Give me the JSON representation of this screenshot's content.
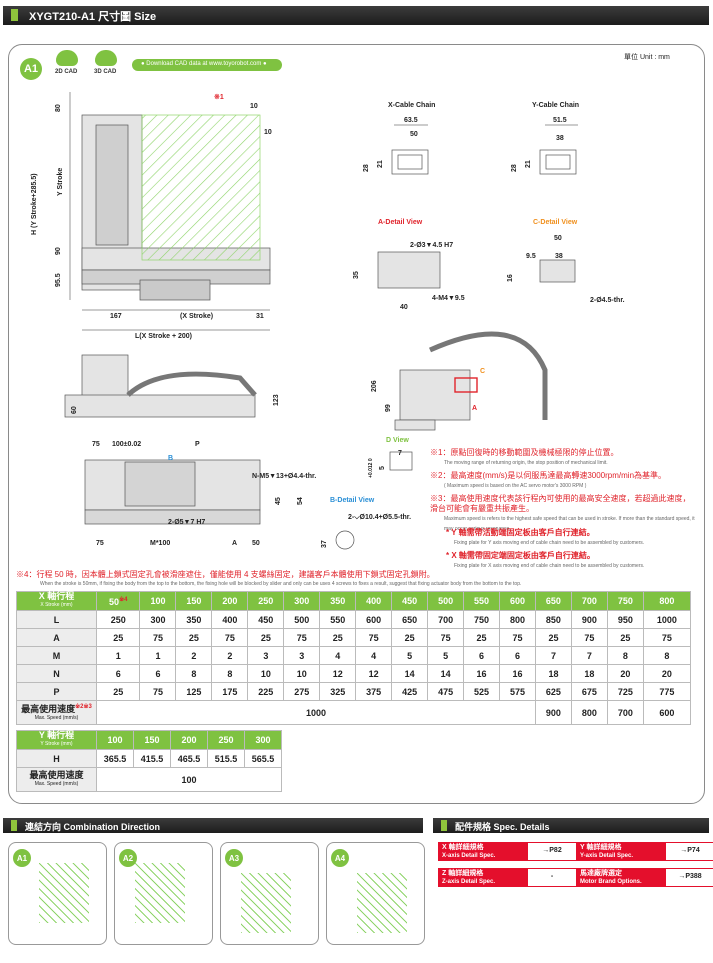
{
  "header": {
    "title": "XYGT210-A1 尺寸圖 Size"
  },
  "panel": {
    "badge": "A1",
    "cad2d": "2D CAD",
    "cad3d": "3D CAD",
    "download": "● Download CAD data at www.toyorobot.com ●",
    "unit": "單位 Unit : mm"
  },
  "drawing": {
    "note1_mark": "※1",
    "dim_80": "80",
    "dim_y_stroke": "Y Stroke",
    "dim_h": "H (Y Stroke+285.5)",
    "dim_90": "90",
    "dim_95_5": "95.5",
    "dim_10a": "10",
    "dim_10b": "10",
    "dim_167": "167",
    "dim_x_stroke": "(X Stroke)",
    "dim_31": "31",
    "dim_l": "L(X Stroke + 200)",
    "x_cable": "X-Cable Chain",
    "x_63_5": "63.5",
    "x_50": "50",
    "x_28": "28",
    "x_21": "21",
    "y_cable": "Y-Cable Chain",
    "y_51_5": "51.5",
    "y_38": "38",
    "y_28": "28",
    "y_21": "21",
    "a_detail": "A-Detail View",
    "a_hole1": "2-Ø3▼4.5 H7",
    "a_hole2": "4-M4▼9.5",
    "a_35": "35",
    "a_40": "40",
    "c_detail": "C-Detail View",
    "c_50": "50",
    "c_9_5": "9.5",
    "c_38": "38",
    "c_16": "16",
    "c_hole": "2-Ø4.5-thr.",
    "side_60": "60",
    "side_123": "123",
    "side_206": "206",
    "side_99": "99",
    "mark_a": "A",
    "mark_c": "C",
    "bot_75a": "75",
    "bot_100": "100±0.02",
    "bot_p": "P",
    "bot_b": "B",
    "bot_n": "N-M5▼13+Ø4.4-thr.",
    "bot_45": "45",
    "bot_54": "54",
    "bot_2hole": "2-Ø5▼7 H7",
    "bot_75b": "75",
    "bot_m": "M*100",
    "bot_a": "A",
    "bot_50": "50",
    "d_view": "D View",
    "d_7": "7",
    "d_5": "5",
    "d_0012": "+0.012 0",
    "b_detail": "B-Detail View",
    "b_hole": "2-⌵Ø10.4+Ø5.5-thr.",
    "b_37": "37"
  },
  "notes": [
    {
      "mark": "※1：",
      "text": "原點回復時的移動範圍及機械極限的停止位置。",
      "en": "The moving range of returning origin, the stop position of mechanical limit."
    },
    {
      "mark": "※2：",
      "text": "最高速度(mm/s)是以伺服馬達最高轉速3000rpm/min為基準。",
      "en": "( Maximum speed is based on the AC servo motor's 3000 RPM )"
    },
    {
      "mark": "※3：",
      "text": "最高使用速度代表該行程內可使用的最高安全速度，若超過此速度，滑台可能會有嚴重共振產生。",
      "en": "Maximum speed is refers to the highest safe speed that can be used in stroke. If more than the standard speed, it may occur serious resonance."
    }
  ],
  "plates": [
    {
      "text": "* Y 軸需帶活動端固定板由客戶自行連結。",
      "en": "Fixing plate for Y axis moving end of cable chain need to be assembled by customers."
    },
    {
      "text": "* X 軸需帶固定端固定板由客戶自行連結。",
      "en": "Fixing plate for X axis moving end of cable chain need to be assembled by customers."
    }
  ],
  "note4": {
    "text": "※4：行程 50 時，因本體上鎖式固定孔會被滑座遮住，僅能使用 4 支螺絲固定，建議客戶本體使用下鎖式固定孔鎖附。",
    "en": "When the stroke is 50mm, if fixing the body from the top to the bottom, the fixing hole will be blocked by slider and only can be uses 4 screws to fixes a result, suggest that fixing actuator body from the bottom to the top."
  },
  "x_table": {
    "head": {
      "label": "X 軸行程",
      "sub": "X Stroke (mm)",
      "first": "50",
      "first_mark": "※4",
      "rest": [
        "100",
        "150",
        "200",
        "250",
        "300",
        "350",
        "400",
        "450",
        "500",
        "550",
        "600",
        "650",
        "700",
        "750",
        "800"
      ]
    },
    "rows": [
      {
        "label": "L",
        "values": [
          "250",
          "300",
          "350",
          "400",
          "450",
          "500",
          "550",
          "600",
          "650",
          "700",
          "750",
          "800",
          "850",
          "900",
          "950",
          "1000"
        ]
      },
      {
        "label": "A",
        "values": [
          "25",
          "75",
          "25",
          "75",
          "25",
          "75",
          "25",
          "75",
          "25",
          "75",
          "25",
          "75",
          "25",
          "75",
          "25",
          "75"
        ]
      },
      {
        "label": "M",
        "values": [
          "1",
          "1",
          "2",
          "2",
          "3",
          "3",
          "4",
          "4",
          "5",
          "5",
          "6",
          "6",
          "7",
          "7",
          "8",
          "8"
        ]
      },
      {
        "label": "N",
        "values": [
          "6",
          "6",
          "8",
          "8",
          "10",
          "10",
          "12",
          "12",
          "14",
          "14",
          "16",
          "16",
          "18",
          "18",
          "20",
          "20"
        ]
      },
      {
        "label": "P",
        "values": [
          "25",
          "75",
          "125",
          "175",
          "225",
          "275",
          "325",
          "375",
          "425",
          "475",
          "525",
          "575",
          "625",
          "675",
          "725",
          "775"
        ]
      }
    ],
    "speed": {
      "label": "最高使用速度",
      "mark": "※2※3",
      "sub": "Max. Speed (mm/s)",
      "common": "1000",
      "tail": [
        "900",
        "800",
        "700",
        "600"
      ]
    }
  },
  "y_table": {
    "head": {
      "label": "Y 軸行程",
      "sub": "Y Stroke (mm)",
      "values": [
        "100",
        "150",
        "200",
        "250",
        "300"
      ]
    },
    "h": {
      "label": "H",
      "values": [
        "365.5",
        "415.5",
        "465.5",
        "515.5",
        "565.5"
      ]
    },
    "speed": {
      "label": "最高使用速度",
      "sub": "Max. Speed (mm/s)",
      "value": "100"
    }
  },
  "combo": {
    "title": "連結方向 Combination Direction",
    "badges": [
      "A1",
      "A2",
      "A3",
      "A4"
    ]
  },
  "spec": {
    "title": "配件規格 Spec. Details",
    "items": [
      {
        "zh": "X 軸詳細規格",
        "en": "X-axis Detail Spec.",
        "ref": "→P82"
      },
      {
        "zh": "Y 軸詳細規格",
        "en": "Y-axis Detail Spec.",
        "ref": "→P74"
      },
      {
        "zh": "Z 軸詳細規格",
        "en": "Z-axis Detail Spec.",
        "ref": "-"
      },
      {
        "zh": "馬達廠牌選定",
        "en": "Motor Brand Options.",
        "ref": "→P388"
      }
    ]
  },
  "colors": {
    "accent": "#7fc241",
    "red": "#e0242c",
    "orange": "#f0901e"
  }
}
